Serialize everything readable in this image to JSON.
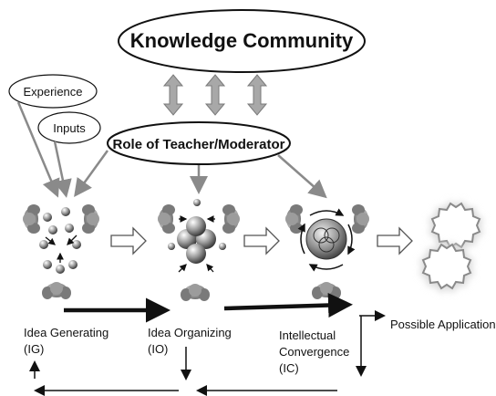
{
  "title": "Knowledge Community",
  "moderator": "Role of Teacher/Moderator",
  "bubbles": {
    "experience": "Experience",
    "inputs": "Inputs"
  },
  "stages": [
    {
      "line1": "Idea Generating",
      "line2": "(IG)"
    },
    {
      "line1": "Idea Organizing",
      "line2": "(IO)"
    },
    {
      "line1": "Intellectual",
      "line2": "Convergence",
      "line3": "(IC)"
    }
  ],
  "application": "Possible Application",
  "colors": {
    "ink": "#111111",
    "gray_arrow": "#9a9a9a",
    "person": "#8a8a8a",
    "sphere_dark": "#5a5a5a",
    "gear_glow": "#c8c8c8"
  }
}
